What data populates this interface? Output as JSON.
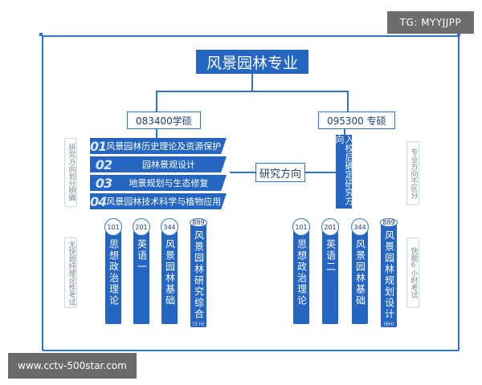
{
  "title": "风景园林专业",
  "watermark_top": "TG: MYYJJPP",
  "watermark_bottom": "www.cctv-500star.com",
  "academic": {
    "label": "083400学硕",
    "side_note_top": "研究方向划分明确",
    "side_note_bottom": "无快题纯理论性考试",
    "directions": [
      {
        "num": "01",
        "text": "风景园林历史理论及资源保护"
      },
      {
        "num": "02",
        "text": "园林景观设计"
      },
      {
        "num": "03",
        "text": "地景规划与生态修复"
      },
      {
        "num": "04",
        "text": "风景园林技术科学与植物应用"
      }
    ],
    "subjects": [
      {
        "code": "101",
        "name": "思想政治理论",
        "note": ""
      },
      {
        "code": "201",
        "name": "英语一",
        "note": ""
      },
      {
        "code": "344",
        "name": "风景园林基础",
        "note": ""
      },
      {
        "code": "889",
        "name": "风景园林研究综合",
        "note": "(3 H)"
      }
    ]
  },
  "professional": {
    "label": "095300 专硕",
    "direction_note": "入校后确定研究方向",
    "side_note_top": "专业方向不区分",
    "side_note_bottom": "快题6小时考试",
    "subjects": [
      {
        "code": "101",
        "name": "思想政治理论",
        "note": ""
      },
      {
        "code": "201",
        "name": "英语二",
        "note": ""
      },
      {
        "code": "344",
        "name": "风景园林基础",
        "note": ""
      },
      {
        "code": "889",
        "name": "风景园林规划设计",
        "note": "(6H)"
      }
    ]
  },
  "research_direction_label": "研究方向",
  "colors": {
    "primary": "#2466c1",
    "border": "#2f73c9",
    "text_dark": "#1d3f73",
    "note_gray": "#7c8799"
  }
}
